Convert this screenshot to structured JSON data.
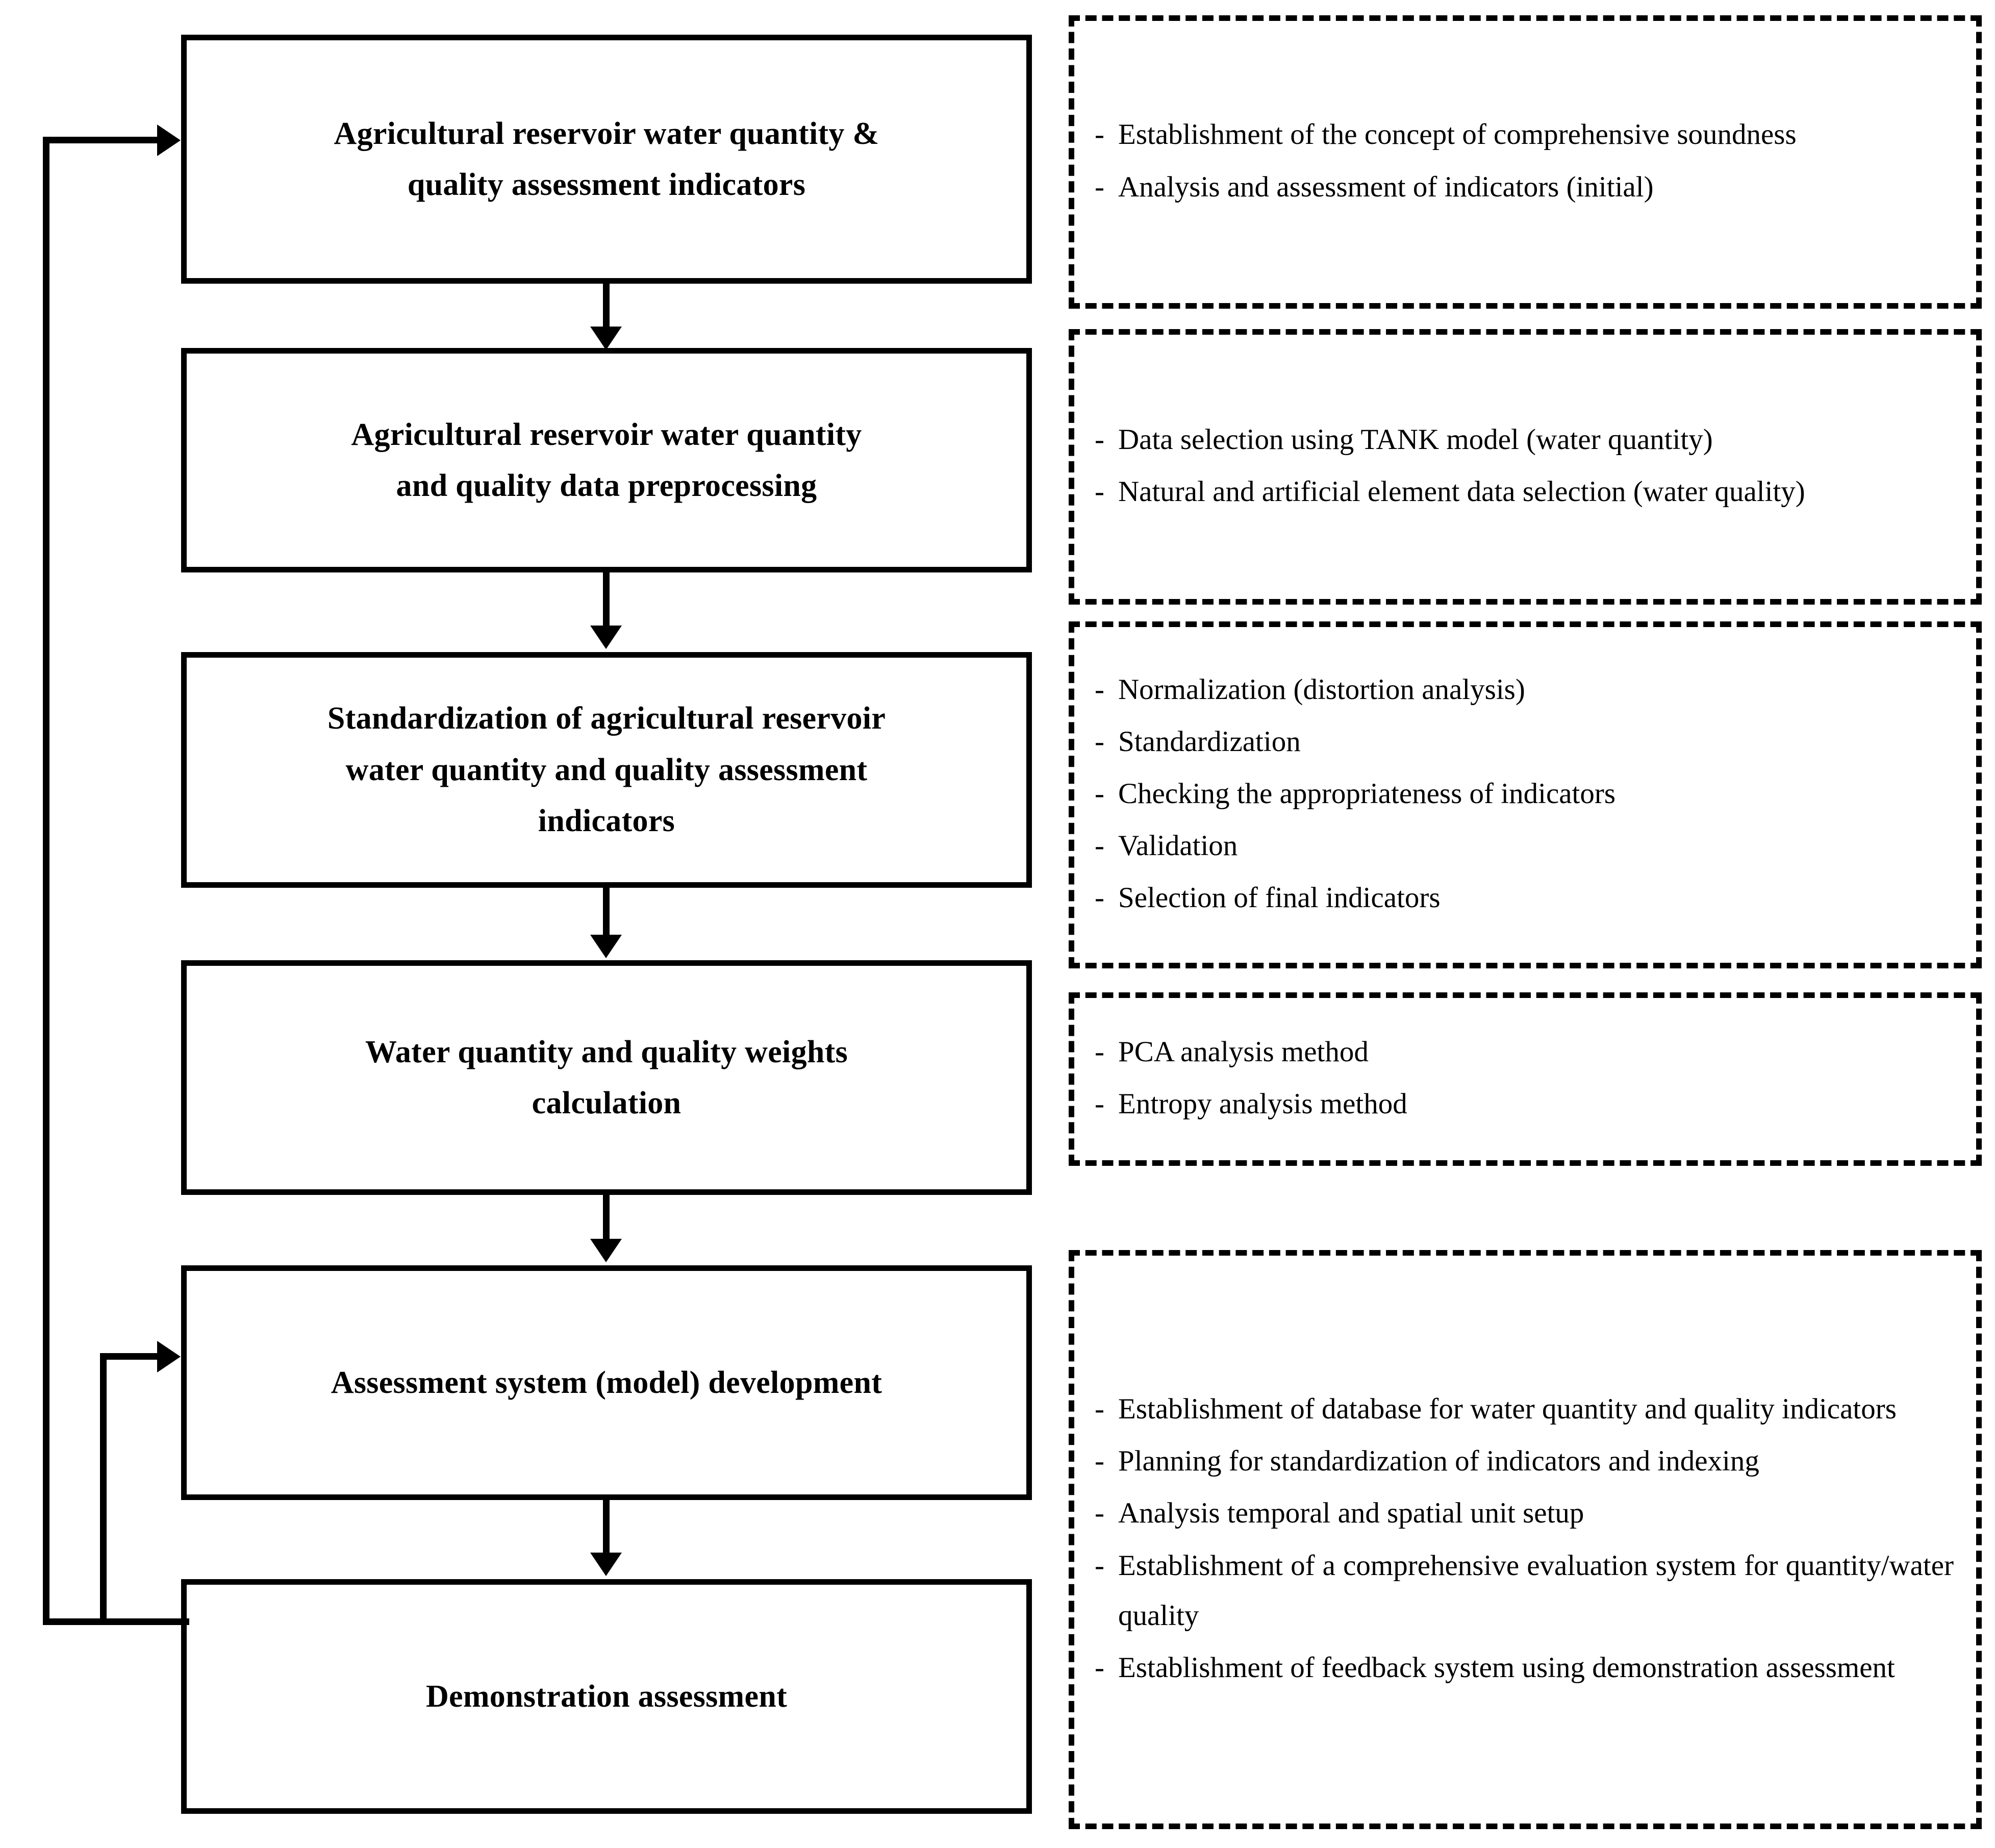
{
  "diagram": {
    "title": "Agricultural reservoir water quantity and quality assessment workflow",
    "type": "flowchart",
    "stroke_color": "#000000",
    "background_color": "#ffffff"
  },
  "process_steps": [
    {
      "id": "step-1",
      "label": "Agricultural reservoir water quantity &\nquality assessment indicators"
    },
    {
      "id": "step-2",
      "label": "Agricultural reservoir water quantity\nand quality data preprocessing"
    },
    {
      "id": "step-3",
      "label": "Standardization of agricultural reservoir\nwater quantity and quality assessment\nindicators"
    },
    {
      "id": "step-4",
      "label": "Water quantity and quality weights\ncalculation"
    },
    {
      "id": "step-5",
      "label": "Assessment system (model) development"
    },
    {
      "id": "step-6",
      "label": "Demonstration assessment"
    }
  ],
  "detail_groups": [
    {
      "id": "detail-1",
      "bullet": "-",
      "items": [
        "Establishment of the concept of comprehensive soundness",
        "Analysis and assessment of indicators (initial)"
      ]
    },
    {
      "id": "detail-2",
      "bullet": "-",
      "items": [
        "Data selection using TANK model (water quantity)",
        "Natural and artificial element data selection (water quality)"
      ]
    },
    {
      "id": "detail-3",
      "bullet": "-",
      "items": [
        "Normalization (distortion analysis)",
        "Standardization",
        "Checking the appropriateness of indicators",
        "Validation",
        "Selection of final indicators"
      ]
    },
    {
      "id": "detail-4",
      "bullet": "-",
      "items": [
        "PCA analysis method",
        "Entropy analysis method"
      ]
    },
    {
      "id": "detail-5",
      "bullet": "-",
      "items": [
        "Establishment of database for water quantity and quality indicators",
        "Planning for standardization of indicators and indexing",
        "Analysis temporal and spatial unit setup",
        "Establishment of a comprehensive evaluation system for quantity/water quality",
        "Establishment of feedback system using demonstration assessment"
      ]
    }
  ],
  "feedback_loops": [
    {
      "id": "outer-feedback-loop",
      "from": "step-6",
      "to": "step-1"
    },
    {
      "id": "inner-feedback-loop",
      "from": "step-6",
      "to": "step-5"
    }
  ]
}
